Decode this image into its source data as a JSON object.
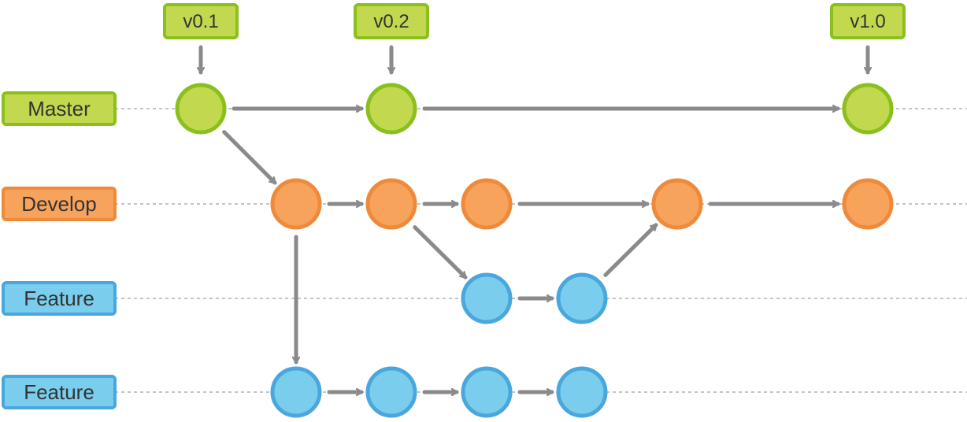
{
  "lanes": [
    {
      "id": "master",
      "label": "Master",
      "fill": "#c2d94f",
      "stroke": "#8bbf1e"
    },
    {
      "id": "develop",
      "label": "Develop",
      "fill": "#f7a35c",
      "stroke": "#ee8a3a"
    },
    {
      "id": "feature1",
      "label": "Feature",
      "fill": "#7acdec",
      "stroke": "#4aa7de"
    },
    {
      "id": "feature2",
      "label": "Feature",
      "fill": "#7acdec",
      "stroke": "#4aa7de"
    }
  ],
  "tags": [
    {
      "label": "v0.1",
      "lane": "master",
      "col": 0
    },
    {
      "label": "v0.2",
      "lane": "master",
      "col": 2
    },
    {
      "label": "v1.0",
      "lane": "master",
      "col": 7
    }
  ],
  "commits": [
    {
      "lane": "master",
      "col": 0
    },
    {
      "lane": "master",
      "col": 2
    },
    {
      "lane": "master",
      "col": 7
    },
    {
      "lane": "develop",
      "col": 1
    },
    {
      "lane": "develop",
      "col": 2
    },
    {
      "lane": "develop",
      "col": 3
    },
    {
      "lane": "develop",
      "col": 5
    },
    {
      "lane": "develop",
      "col": 7
    },
    {
      "lane": "feature1",
      "col": 3
    },
    {
      "lane": "feature1",
      "col": 4
    },
    {
      "lane": "feature2",
      "col": 1
    },
    {
      "lane": "feature2",
      "col": 2
    },
    {
      "lane": "feature2",
      "col": 3
    },
    {
      "lane": "feature2",
      "col": 4
    }
  ],
  "edges": [
    {
      "from": [
        "master",
        0
      ],
      "to": [
        "master",
        2
      ]
    },
    {
      "from": [
        "master",
        2
      ],
      "to": [
        "master",
        7
      ]
    },
    {
      "from": [
        "master",
        0
      ],
      "to": [
        "develop",
        1
      ]
    },
    {
      "from": [
        "develop",
        1
      ],
      "to": [
        "develop",
        2
      ]
    },
    {
      "from": [
        "develop",
        2
      ],
      "to": [
        "develop",
        3
      ]
    },
    {
      "from": [
        "develop",
        3
      ],
      "to": [
        "develop",
        5
      ]
    },
    {
      "from": [
        "develop",
        5
      ],
      "to": [
        "develop",
        7
      ]
    },
    {
      "from": [
        "develop",
        2
      ],
      "to": [
        "feature1",
        3
      ]
    },
    {
      "from": [
        "feature1",
        3
      ],
      "to": [
        "feature1",
        4
      ]
    },
    {
      "from": [
        "feature1",
        4
      ],
      "to": [
        "develop",
        5
      ]
    },
    {
      "from": [
        "develop",
        1
      ],
      "to": [
        "feature2",
        1
      ]
    },
    {
      "from": [
        "feature2",
        1
      ],
      "to": [
        "feature2",
        2
      ]
    },
    {
      "from": [
        "feature2",
        2
      ],
      "to": [
        "feature2",
        3
      ]
    },
    {
      "from": [
        "feature2",
        3
      ],
      "to": [
        "feature2",
        4
      ]
    }
  ],
  "colors": {
    "arrow": "#8a8a8a",
    "lane_line": "#a0a0a0",
    "text": "#333333"
  }
}
